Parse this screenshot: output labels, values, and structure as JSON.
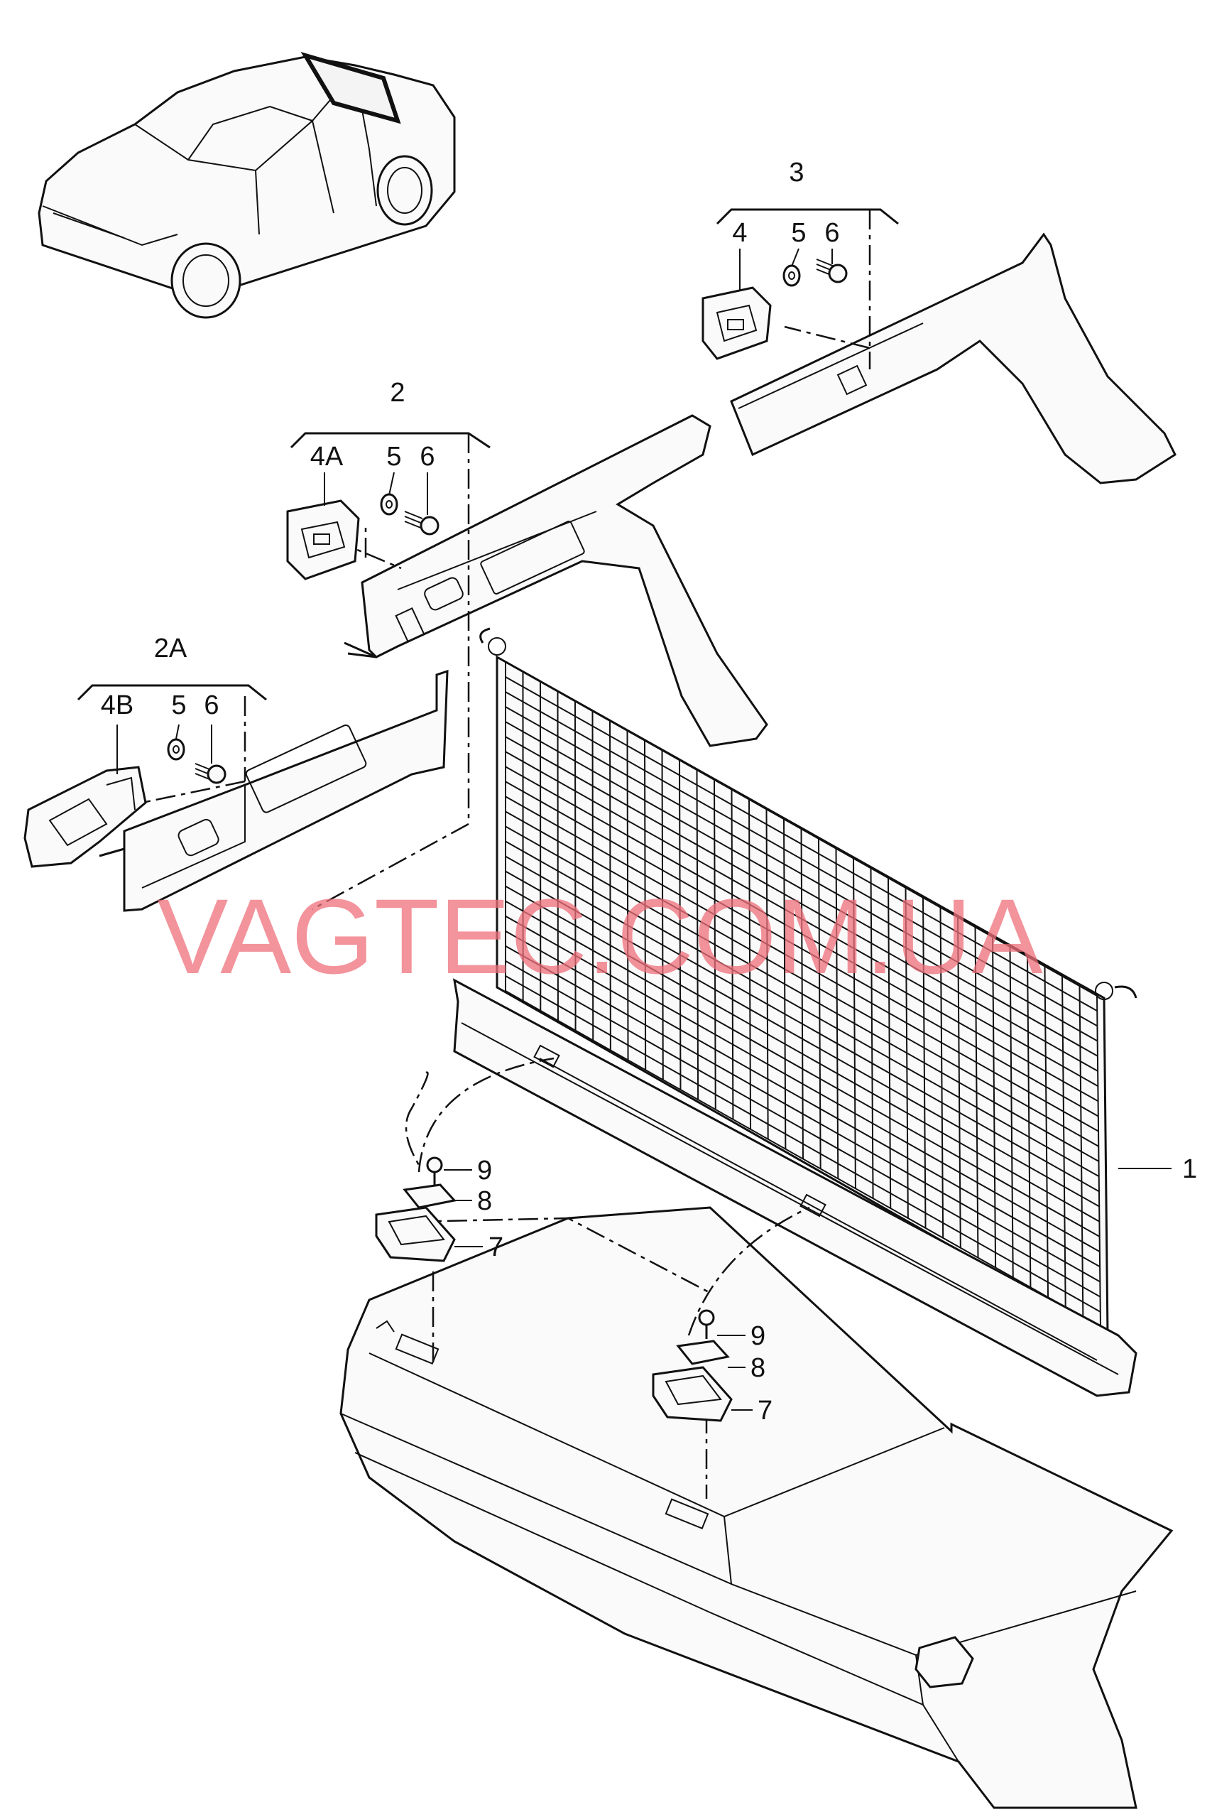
{
  "labels": {
    "l1": "1",
    "l2": "2",
    "l2A": "2A",
    "l3": "3",
    "l4": "4",
    "l4A": "4A",
    "l4B": "4B",
    "l5": "5",
    "l6": "6",
    "l7": "7",
    "l8": "8",
    "l9": "9"
  },
  "watermark": "VAGTEC.COM.UA",
  "colors": {
    "line": "#111111",
    "watermark": "#ef6f7a",
    "background": "#ffffff"
  }
}
